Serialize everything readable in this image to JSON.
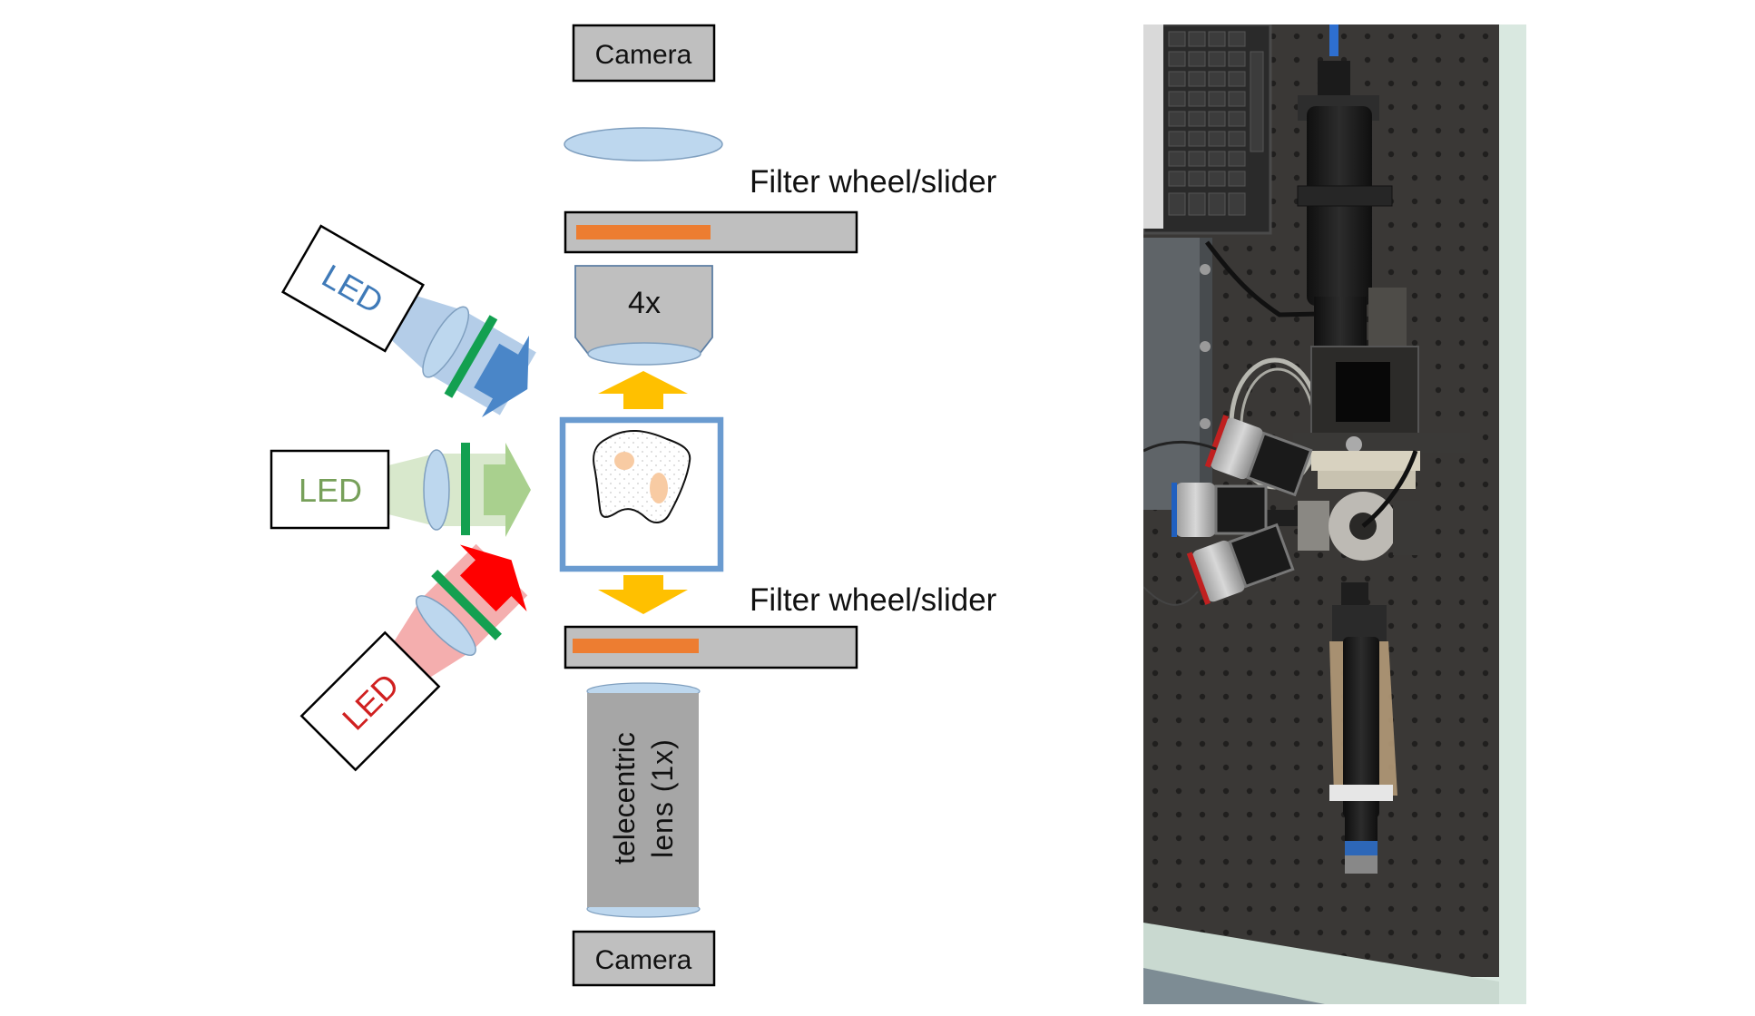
{
  "figure": {
    "left_panel": {
      "title": "Optical path schematic",
      "top_camera_label": "Camera",
      "upper_filter_label": "Filter wheel/slider",
      "objective_label": "4x",
      "lower_filter_label": "Filter wheel/slider",
      "telecentric_label_line1": "telecentric",
      "telecentric_label_line2": "lens (1x)",
      "bottom_camera_label": "Camera",
      "leds": [
        {
          "label": "LED",
          "color_name": "blue",
          "text_color": "#3f7ab8",
          "beam_color": "#b4cde8",
          "arrow_color": "#4a86c8"
        },
        {
          "label": "LED",
          "color_name": "green",
          "text_color": "#77a05a",
          "beam_color": "#d8e8cc",
          "arrow_color": "#a9d08e"
        },
        {
          "label": "LED",
          "color_name": "red",
          "text_color": "#d02020",
          "beam_color": "#f4aeae",
          "arrow_color": "#ff0000"
        }
      ],
      "colors": {
        "component_gray": "#bfbfbf",
        "lens_blue": "#bdd7ee",
        "lens_outline": "#7f9fbf",
        "filter_orange": "#ed7d31",
        "filter_green": "#13a050",
        "sample_frame": "#6a9bd0",
        "emission_arrow": "#ffc000",
        "nucleus": "#f8cba3"
      }
    },
    "right_panel": {
      "description": "Photograph of the assembled setup on an optical breadboard",
      "colors": {
        "breadboard": "#3a3836",
        "background": "#d9e8e0"
      }
    }
  }
}
